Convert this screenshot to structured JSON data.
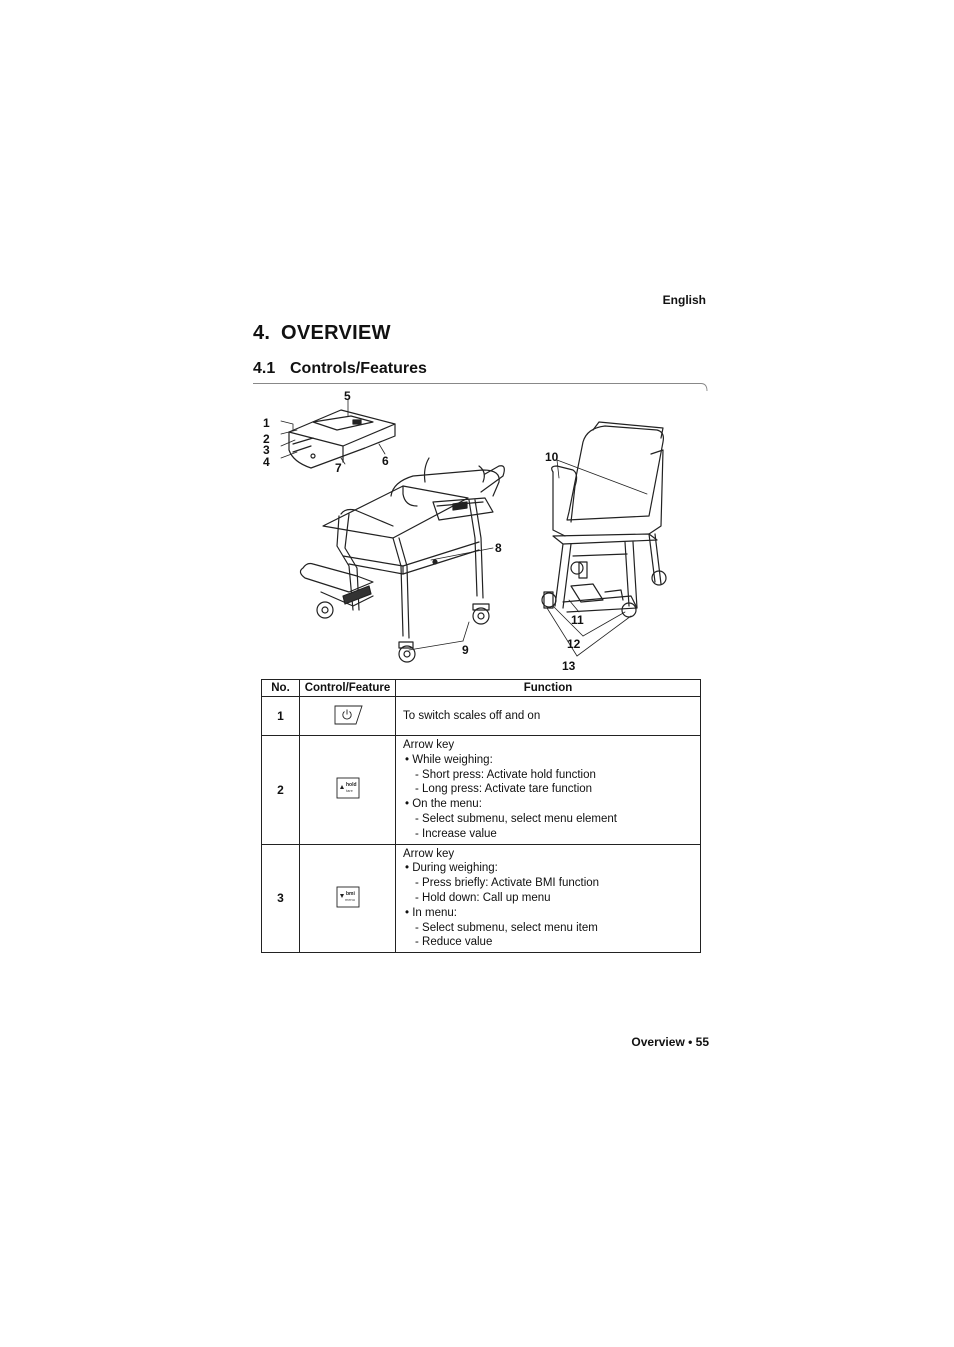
{
  "header": {
    "language": "English"
  },
  "section": {
    "number": "4.",
    "title": "OVERVIEW"
  },
  "subsection": {
    "number": "4.1",
    "title": "Controls/Features"
  },
  "figure": {
    "callouts": [
      "1",
      "2",
      "3",
      "4",
      "5",
      "6",
      "7",
      "8",
      "9",
      "10",
      "11",
      "12",
      "13"
    ]
  },
  "table": {
    "headers": {
      "no": "No.",
      "control": "Control/Feature",
      "function": "Function"
    },
    "rows": [
      {
        "no": "1",
        "icon": "power-key-icon",
        "lines": [
          {
            "level": 0,
            "text": "To switch scales off and on"
          }
        ]
      },
      {
        "no": "2",
        "icon": "up-arrow-hold-key-icon",
        "key_text": {
          "top": "hold",
          "bottom": "tare"
        },
        "lines": [
          {
            "level": 0,
            "text": "Arrow key"
          },
          {
            "level": 1,
            "text": "• While weighing:"
          },
          {
            "level": 2,
            "text": "-  Short press: Activate hold function"
          },
          {
            "level": 2,
            "text": "-  Long press: Activate tare function"
          },
          {
            "level": 1,
            "text": "• On the menu:"
          },
          {
            "level": 2,
            "text": "-  Select submenu, select menu element"
          },
          {
            "level": 2,
            "text": "-  Increase value"
          }
        ]
      },
      {
        "no": "3",
        "icon": "down-arrow-bmi-key-icon",
        "key_text": {
          "top": "bmi",
          "bottom": "menu"
        },
        "lines": [
          {
            "level": 0,
            "text": "Arrow key"
          },
          {
            "level": 1,
            "text": "• During weighing:"
          },
          {
            "level": 2,
            "text": "-  Press briefly: Activate BMI function"
          },
          {
            "level": 2,
            "text": "-  Hold down: Call up menu"
          },
          {
            "level": 1,
            "text": "• In menu:"
          },
          {
            "level": 2,
            "text": "-  Select submenu, select menu item"
          },
          {
            "level": 2,
            "text": "-  Reduce value"
          }
        ]
      }
    ]
  },
  "footer": {
    "text": "Overview • 55"
  }
}
